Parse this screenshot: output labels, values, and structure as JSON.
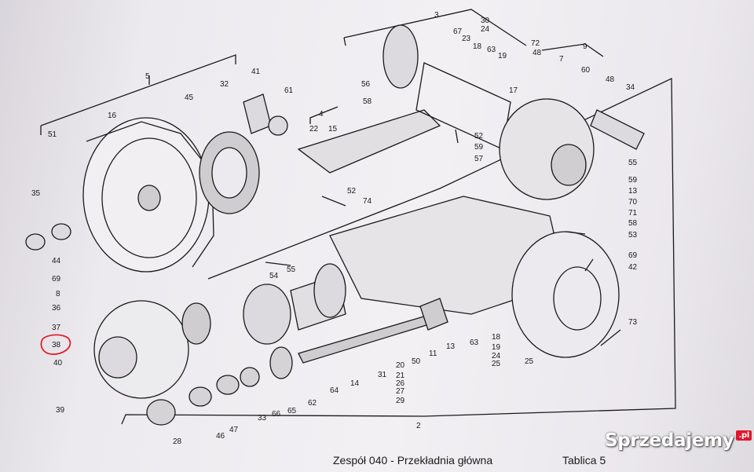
{
  "caption": {
    "title": "Zespół  040 - Przekładnia główna",
    "plate": "Tablica 5"
  },
  "watermark": {
    "brand": "Sprzedajemy",
    "tld": ".pl"
  },
  "highlight_color": "#e0202a",
  "callouts": [
    "5",
    "32",
    "41",
    "45",
    "61",
    "16",
    "51",
    "35",
    "4",
    "22",
    "15",
    "56",
    "58",
    "3",
    "30",
    "24",
    "67",
    "23",
    "18",
    "63",
    "19",
    "72",
    "48",
    "9",
    "7",
    "60",
    "48",
    "34",
    "17",
    "52",
    "59",
    "57",
    "55",
    "59",
    "13",
    "70",
    "71",
    "58",
    "53",
    "69",
    "42",
    "73",
    "52",
    "74",
    "54",
    "55",
    "44",
    "69",
    "8",
    "36",
    "37",
    "38",
    "40",
    "39",
    "28",
    "46",
    "47",
    "33",
    "66",
    "65",
    "62",
    "64",
    "14",
    "31",
    "20",
    "21",
    "26",
    "27",
    "29",
    "50",
    "11",
    "13",
    "63",
    "18",
    "19",
    "24",
    "25",
    "25",
    "2"
  ]
}
